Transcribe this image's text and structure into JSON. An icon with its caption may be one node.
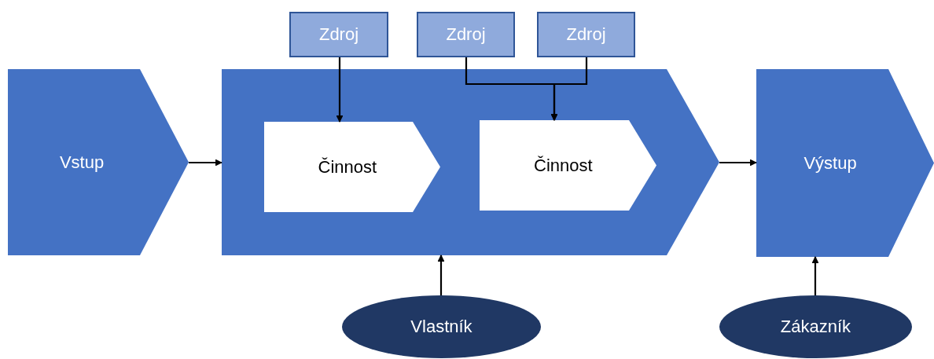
{
  "diagram": {
    "nodes": [
      {
        "text": [
          "Vstup"
        ]
      },
      {
        "text": [],
        "shape": "chevron"
      },
      {
        "text": [
          "Činnost"
        ],
        "in": 1
      },
      {
        "text": [
          "Činnost"
        ],
        "in": 1
      },
      {
        "text": [
          "Výstup"
        ]
      },
      {
        "text": [
          "Zdroj"
        ]
      },
      {
        "text": [
          "Zdroj"
        ]
      },
      {
        "text": [
          "Zdroj"
        ]
      },
      {
        "text": [
          "Vlastník"
        ]
      },
      {
        "text": [
          "Zákazník"
        ]
      }
    ],
    "edges": [
      {
        "from": 0,
        "to": 1,
        "arrow": "to"
      },
      {
        "from": 5,
        "to": 2,
        "arrow": "to"
      },
      {
        "from": 6,
        "to": 3,
        "arrow": "to"
      },
      {
        "from": 7,
        "to": 3,
        "arrow": "to"
      },
      {
        "from": 8,
        "to": 1,
        "arrow": "to"
      },
      {
        "from": 1,
        "to": 4,
        "arrow": "to"
      },
      {
        "from": 9,
        "to": 4,
        "arrow": "to"
      }
    ]
  }
}
